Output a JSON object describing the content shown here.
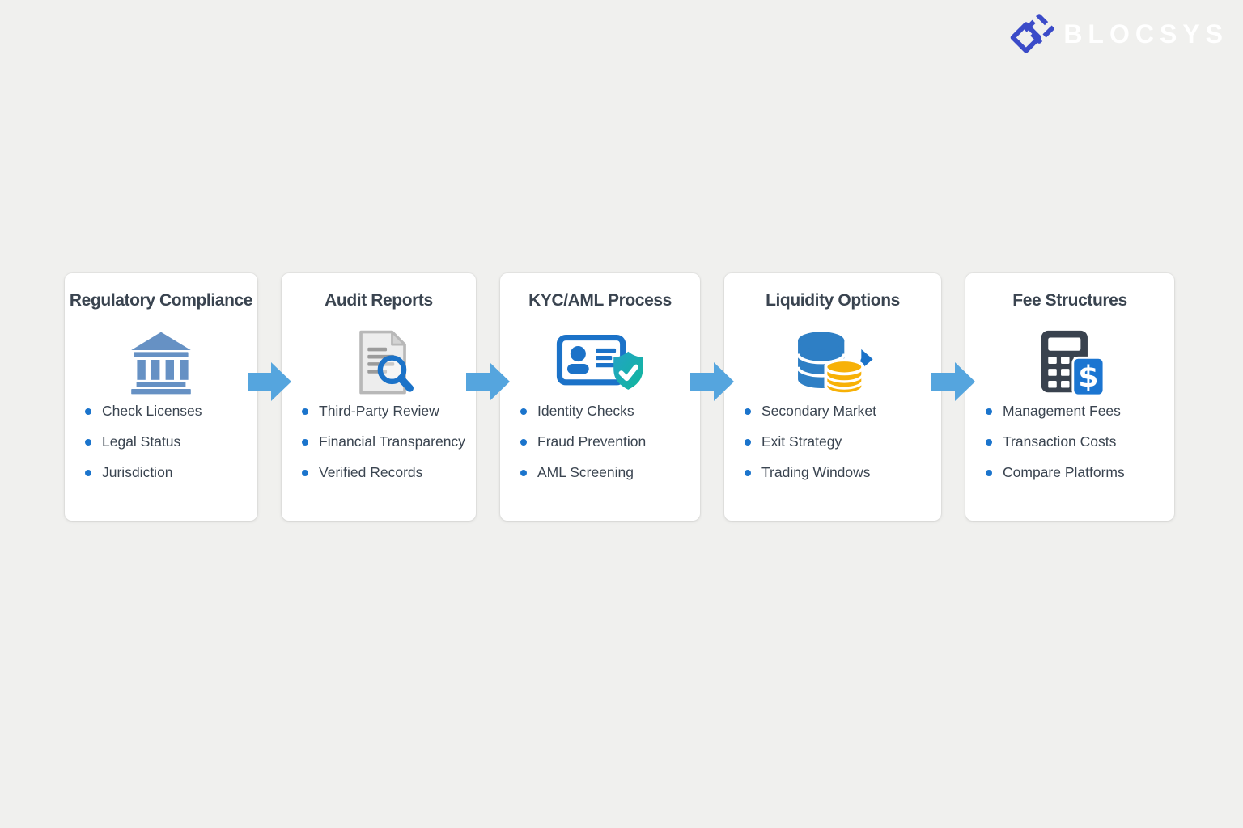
{
  "brand": {
    "name": "BLOCSYS"
  },
  "colors": {
    "page_bg": "#F0F0EE",
    "card_bg": "#FFFFFF",
    "title_text": "#3A4450",
    "body_text": "#3A4450",
    "title_divider": "#9CC2DE",
    "bullet_dot": "#1B74CC",
    "flow_arrow": "#55A5DE",
    "logo_mark": "#3B4BC8",
    "logo_text": "#FFFFFF",
    "icon_steel_blue": "#6691C4",
    "icon_blue": "#1B72C8",
    "icon_teal_start": "#23A3C6",
    "icon_teal_end": "#10B79B",
    "icon_yellow": "#F7B107",
    "icon_dark_navy": "#39424E",
    "icon_doc_gray": "#EDEDED"
  },
  "cards": [
    {
      "title": "Regulatory Compliance",
      "icon": "bank-icon",
      "items": [
        "Check Licenses",
        "Legal Status",
        "Jurisdiction"
      ]
    },
    {
      "title": "Audit Reports",
      "icon": "document-search-icon",
      "items": [
        "Third-Party Review",
        "Financial Transparency",
        "Verified Records"
      ]
    },
    {
      "title": "KYC/AML Process",
      "icon": "id-card-shield-icon",
      "items": [
        "Identity Checks",
        "Fraud Prevention",
        "AML Screening"
      ]
    },
    {
      "title": "Liquidity Options",
      "icon": "database-coins-icon",
      "items": [
        "Secondary Market",
        "Exit Strategy",
        "Trading Windows"
      ]
    },
    {
      "title": "Fee Structures",
      "icon": "calculator-dollar-icon",
      "items": [
        "Management Fees",
        "Transaction Costs",
        "Compare Platforms"
      ]
    }
  ],
  "connectors": {
    "type": "arrow-right",
    "count": 4
  }
}
